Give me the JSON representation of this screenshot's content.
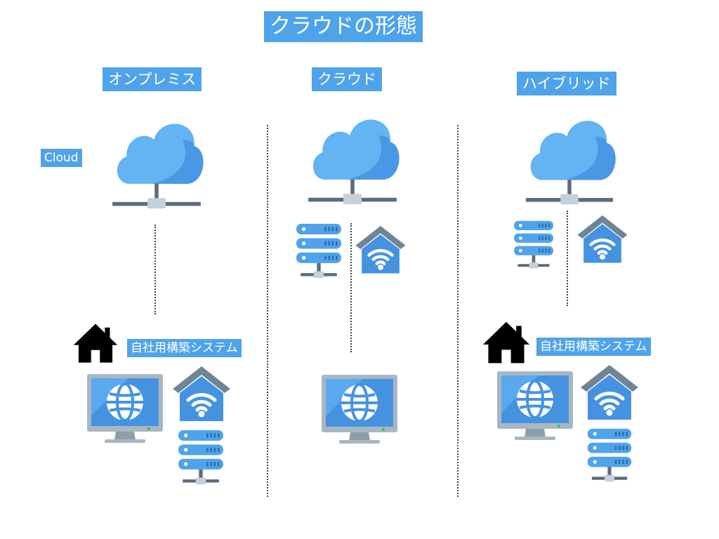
{
  "title": "クラウドの形態",
  "columns": {
    "onpremise": {
      "label": "オンプレミス",
      "cloud_tag": "Cloud",
      "system_tag": "自社用構築システム"
    },
    "cloud": {
      "label": "クラウド"
    },
    "hybrid": {
      "label": "ハイブリッド",
      "system_tag": "自社用構築システム"
    }
  },
  "colors": {
    "label_bg": "#4fa3ea",
    "cloud_light": "#64b3f3",
    "cloud_dark": "#4a97e4",
    "network": "#5b6c7c",
    "monitor_frame": "#a8b7c2",
    "house_roof": "#6f8596",
    "house_body": "#4593e0",
    "server": "#4fa3ea",
    "home_silhouette": "#000000"
  },
  "icons": [
    "cloud-network-icon",
    "server-rack-icon",
    "wifi-house-icon",
    "monitor-globe-icon",
    "home-icon"
  ]
}
